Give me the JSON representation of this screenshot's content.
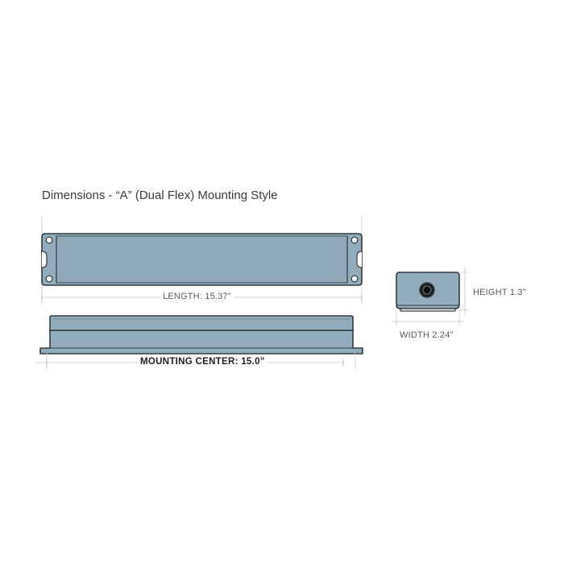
{
  "title": "Dimensions - “A” (Dual Flex) Mounting Style",
  "labels": {
    "length": "LENGTH: 15.37”",
    "mounting_center": "MOUNTING CENTER: 15.0”",
    "height": "HEIGHT 1.3”",
    "width": "WIDTH 2.24”"
  },
  "colors": {
    "body_fill": "#93acbb",
    "outline": "#2f3a40",
    "dimension_line": "#b8b8b8"
  }
}
